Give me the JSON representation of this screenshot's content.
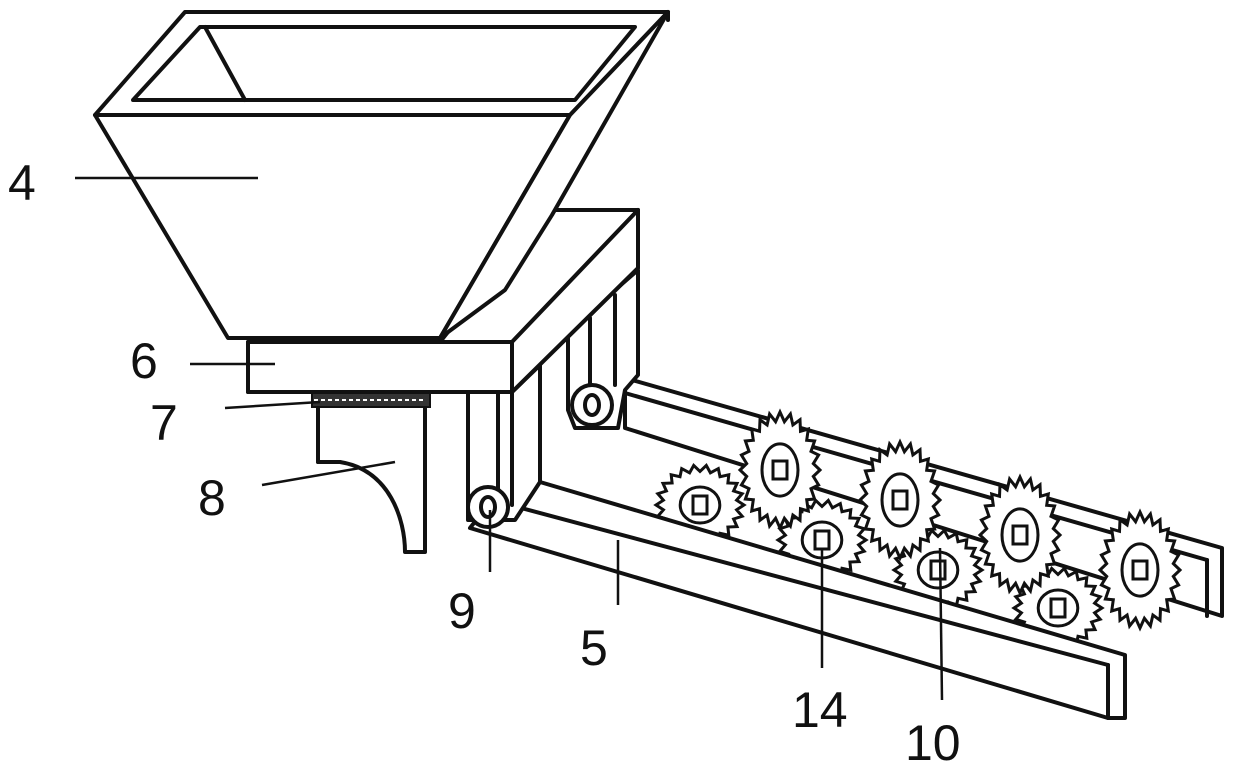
{
  "figure": {
    "labels": [
      {
        "id": "4",
        "text": "4",
        "part": "hopper"
      },
      {
        "id": "6",
        "text": "6",
        "part": "outlet-box"
      },
      {
        "id": "7",
        "text": "7",
        "part": "gear-strip"
      },
      {
        "id": "8",
        "text": "8",
        "part": "chute"
      },
      {
        "id": "9",
        "text": "9",
        "part": "pivot-roller"
      },
      {
        "id": "5",
        "text": "5",
        "part": "side-rail"
      },
      {
        "id": "14",
        "text": "14",
        "part": "lower-gear"
      },
      {
        "id": "10",
        "text": "10",
        "part": "upper-gear"
      }
    ]
  },
  "colors": {
    "stroke": "#111111",
    "background": "#ffffff"
  }
}
